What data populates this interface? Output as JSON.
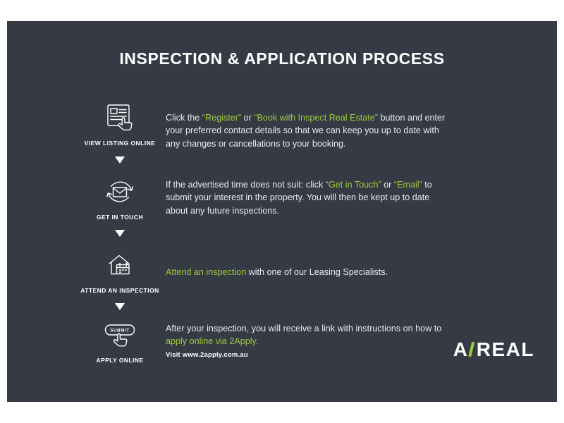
{
  "colors": {
    "background": "#363A45",
    "accent": "#9BCA3B",
    "text": "#E9EAEC",
    "frame": "#FFFFFF"
  },
  "title": "INSPECTION & APPLICATION PROCESS",
  "steps": [
    {
      "label": "VIEW LISTING ONLINE",
      "icon": "view-listing-online-icon",
      "desc": [
        {
          "t": "Click the ",
          "g": false
        },
        {
          "t": "“Register”",
          "g": true
        },
        {
          "t": " or ",
          "g": false
        },
        {
          "t": "“Book with Inspect Real Estate”",
          "g": true
        },
        {
          "t": " button and enter your preferred contact details so that we can keep you up to date with any changes or cancellations to your booking.",
          "g": false
        }
      ]
    },
    {
      "label": "GET IN TOUCH",
      "icon": "get-in-touch-icon",
      "desc": [
        {
          "t": "If the advertised time does not suit: click ",
          "g": false
        },
        {
          "t": "“Get in Touch”",
          "g": true
        },
        {
          "t": " or ",
          "g": false
        },
        {
          "t": "“Email”",
          "g": true
        },
        {
          "t": " to submit your interest in the property. You will then be kept up to date about any future inspections.",
          "g": false
        }
      ]
    },
    {
      "label": "ATTEND AN INSPECTION",
      "icon": "attend-inspection-icon",
      "desc": [
        {
          "t": "Attend an inspection",
          "g": true
        },
        {
          "t": " with one of our Leasing Specialists.",
          "g": false
        }
      ]
    },
    {
      "label": "APPLY ONLINE",
      "icon": "apply-online-icon",
      "icon_text": "SUBMIT",
      "desc": [
        {
          "t": "After your inspection, you will receive a link with instructions on how to ",
          "g": false
        },
        {
          "t": "apply online via 2Apply.",
          "g": true
        }
      ],
      "note": "Visit www.2apply.com.au"
    }
  ],
  "logo": {
    "left": "A",
    "slash": "/",
    "right": "REAL"
  }
}
